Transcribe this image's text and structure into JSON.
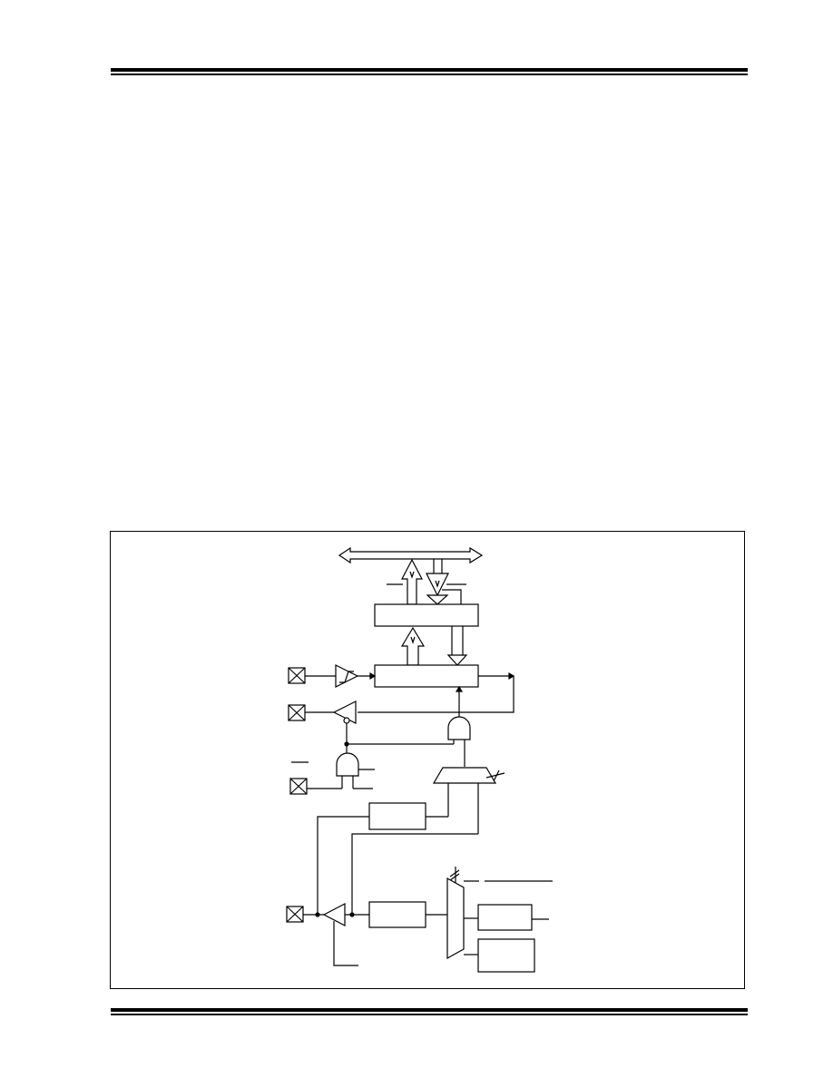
{
  "page": {
    "header_rule_present": true,
    "footer_rule_present": true
  },
  "figure": {
    "border_present": true,
    "stroke_color": "#000000",
    "background_color": "#ffffff",
    "blocks": [
      "register-upper",
      "register-lower",
      "block-mid-left",
      "block-bottom-left",
      "block-bottom-right-1",
      "block-bottom-right-2"
    ],
    "pins": [
      "pin-1",
      "pin-2",
      "pin-3",
      "pin-4"
    ],
    "gates": [
      "and-gate-1",
      "and-gate-2",
      "schmitt-buffer",
      "buffer-triangle-1",
      "buffer-triangle-2",
      "mux-trapezoid",
      "mux-vertical"
    ]
  }
}
